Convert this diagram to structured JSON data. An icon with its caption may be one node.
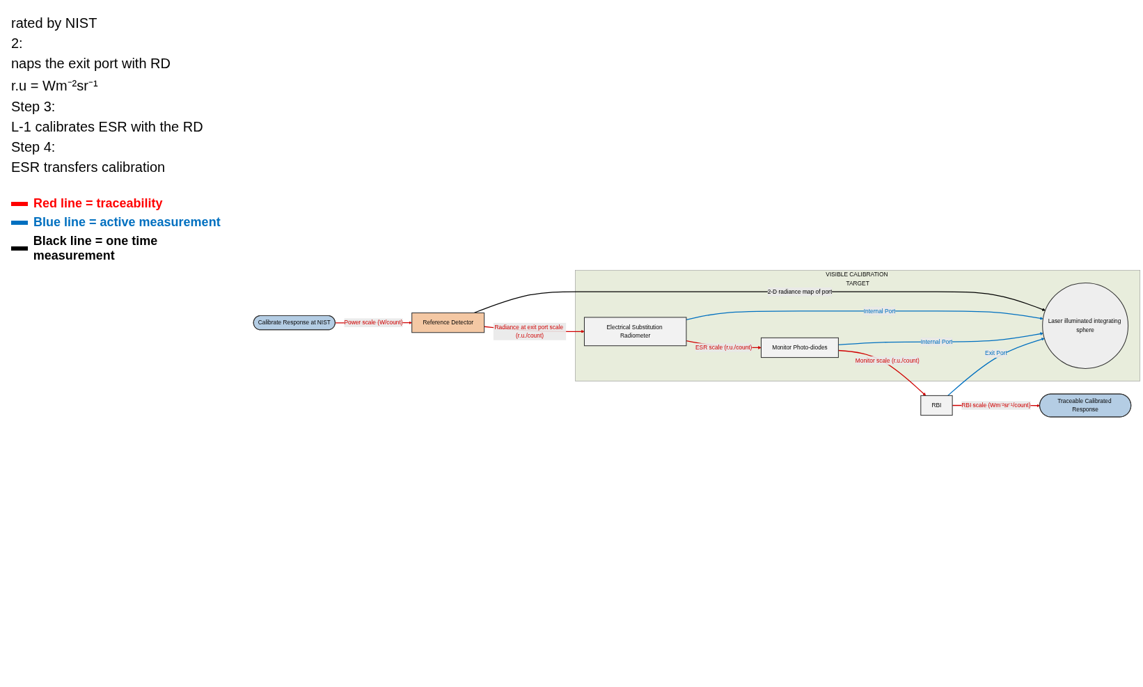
{
  "diagram": {
    "nodes": [
      {
        "text": [
          "VISIBLE CALIBRATION TARGET"
        ]
      },
      {
        "text": [
          "Laser illuminated integrating sphere"
        ],
        "in": 0
      },
      {
        "text": [
          "Electrical Substitution Radiometer"
        ],
        "in": 0
      },
      {
        "text": [
          "Monitor Photo-diodes"
        ],
        "in": 0
      },
      {
        "text": [
          "Reference Detector"
        ]
      },
      {
        "text": [
          "RBI"
        ]
      },
      {
        "text": [
          "Calibrate Response at NIST"
        ]
      },
      {
        "text": [
          "Traceable Calibrated Response"
        ]
      }
    ],
    "edges": [
      {
        "from": 4,
        "to": 1,
        "arrow": "to",
        "label": "2-D radiance map of port",
        "color": "#000000"
      },
      {
        "from": 5,
        "to": 1,
        "arrow": "to",
        "label": "Exit Port",
        "color": "#0070c0"
      },
      {
        "from": 2,
        "to": 1,
        "arrow": "to",
        "label": "Internal Port",
        "color": "#0070c0"
      },
      {
        "from": 3,
        "to": 1,
        "arrow": "to",
        "label": "Internal Port",
        "color": "#0070c0"
      },
      {
        "from": 4,
        "to": 2,
        "arrow": "to",
        "label": "Radiance at exit port scale (r.u./count)"
      },
      {
        "from": 2,
        "to": 3,
        "arrow": "to",
        "label": "ESR scale (r.u./count)"
      },
      {
        "from": 3,
        "to": 5,
        "arrow": "to",
        "label": "Monitor scale (r.u./count)"
      },
      {
        "from": 6,
        "to": 4,
        "arrow": "to",
        "label": "Power scale (W/count)"
      },
      {
        "from": 5,
        "to": 7,
        "arrow": "to",
        "label": "RBI scale (Wm⁻²sr⁻¹/count)"
      }
    ],
    "labels": [
      "rated by NIST",
      "2:",
      "naps the exit port with RD",
      "r.u = Wm⁻²sr⁻¹",
      "Step 3:",
      "L-1 calibrates ESR with the RD",
      "Step 4:",
      "ESR transfers calibration"
    ],
    "legend": [
      {
        "text": "Red line = traceability",
        "color": "#ff0000"
      },
      {
        "text": "Blue line = active measurement",
        "color": "#0070c0"
      },
      {
        "text": "Black line = one time measurement",
        "color": "#000000"
      }
    ]
  }
}
